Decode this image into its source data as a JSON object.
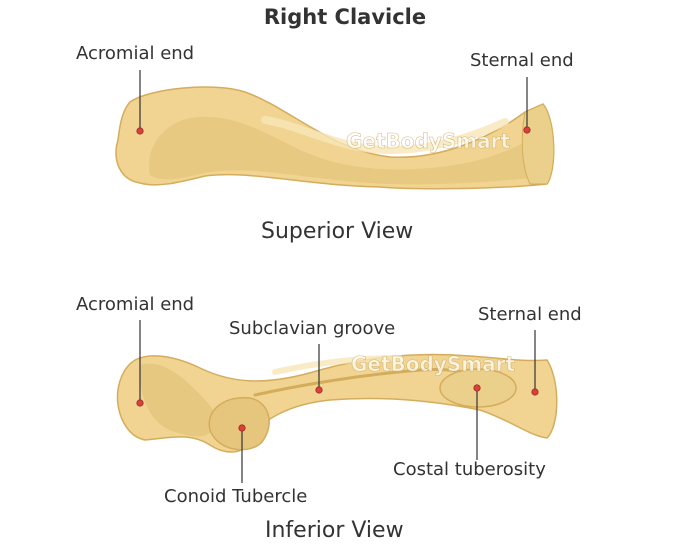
{
  "title": "Right Clavicle",
  "watermark": "GetBodySmart",
  "superior": {
    "view_label": "Superior View",
    "labels": {
      "acromial_end": "Acromial end",
      "sternal_end": "Sternal end"
    }
  },
  "inferior": {
    "view_label": "Inferior View",
    "labels": {
      "acromial_end": "Acromial end",
      "subclavian_groove": "Subclavian groove",
      "sternal_end": "Sternal end",
      "costal_tuberosity": "Costal tuberosity",
      "conoid_tubercle": "Conoid Tubercle"
    }
  },
  "colors": {
    "bone_fill": "#f1d491",
    "bone_shadow": "#dfbd72",
    "bone_outline": "#d4ad5c",
    "bone_highlight": "#f8e6b6",
    "marker": "#d9413a",
    "leader": "#333333",
    "text": "#333333"
  }
}
